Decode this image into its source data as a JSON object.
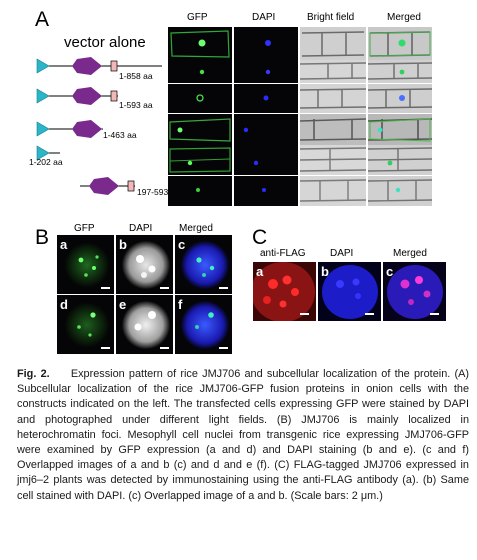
{
  "panels": {
    "A": "A",
    "B": "B",
    "C": "C"
  },
  "panelA": {
    "column_headers": [
      "GFP",
      "DAPI",
      "Bright field",
      "Merged"
    ],
    "vector_label": "vector alone",
    "constructs": [
      {
        "label": "1-858 aa"
      },
      {
        "label": "1-593 aa"
      },
      {
        "label": "1-463 aa"
      },
      {
        "label": "1-202 aa"
      },
      {
        "label": "197-593 aa"
      }
    ],
    "colors": {
      "triangle": "#2bb5c9",
      "hexagon": "#7a2a8c",
      "box": "#f2b8b8"
    }
  },
  "panelB": {
    "column_headers": [
      "GFP",
      "DAPI",
      "Merged"
    ],
    "letters_row1": [
      "a",
      "b",
      "c"
    ],
    "letters_row2": [
      "d",
      "e",
      "f"
    ]
  },
  "panelC": {
    "column_headers": [
      "anti-FLAG",
      "DAPI",
      "Merged"
    ],
    "letters": [
      "a",
      "b",
      "c"
    ]
  },
  "caption": {
    "label": "Fig. 2.",
    "text": "Expression pattern of rice JMJ706 and subcellular localization of the protein. (A) Subcellular localization of the rice JMJ706-GFP fusion proteins in onion cells with the constructs indicated on the left. The transfected cells expressing GFP were stained by DAPI and photographed under different light fields. (B) JMJ706 is mainly localized in heterochromatin foci. Mesophyll cell nuclei from transgenic rice expressing JMJ706-GFP were examined by GFP expression (a and d) and DAPI staining (b and e). (c and f) Overlapped images of a and b (c) and d and e (f). (C) FLAG-tagged JMJ706 expressed in jmj6–2 plants was detected by immunostaining using the anti-FLAG antibody (a). (b) Same cell stained with DAPI. (c) Overlapped image of a and b. (Scale bars: 2 μm.)"
  }
}
